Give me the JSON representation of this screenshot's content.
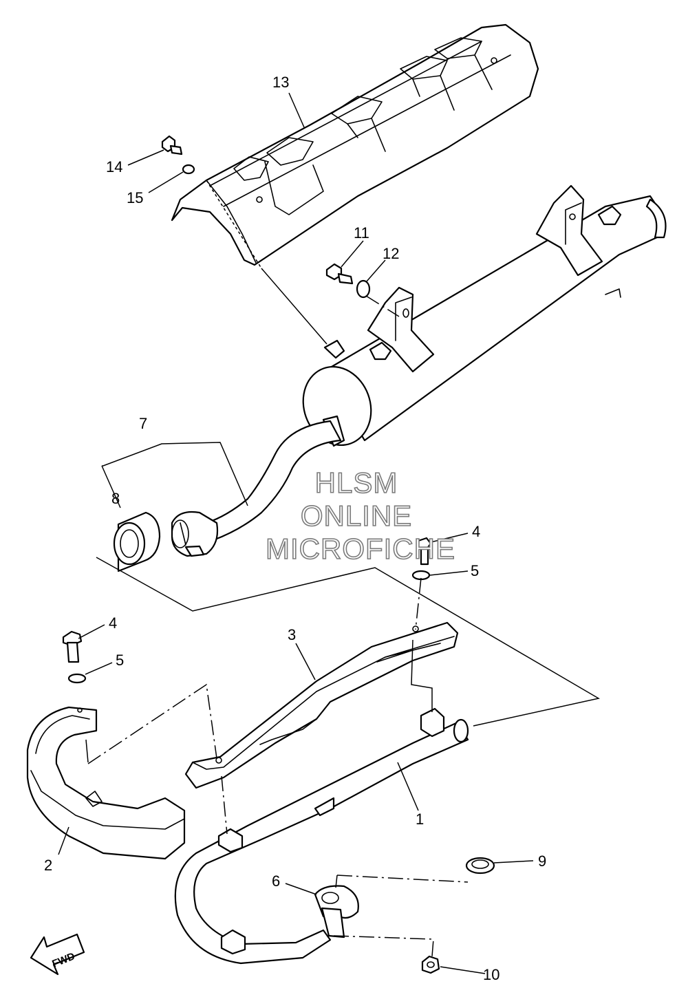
{
  "watermark": {
    "line1": "HLSM",
    "line2": "ONLINE",
    "line3": "MICROFICHE"
  },
  "fwd_label": "FWD",
  "callouts": {
    "c1": "1",
    "c2": "2",
    "c3": "3",
    "c4a": "4",
    "c4b": "4",
    "c5a": "5",
    "c5b": "5",
    "c6": "6",
    "c7": "7",
    "c8": "8",
    "c9": "9",
    "c10": "10",
    "c11": "11",
    "c12": "12",
    "c13": "13",
    "c14": "14",
    "c15": "15"
  }
}
